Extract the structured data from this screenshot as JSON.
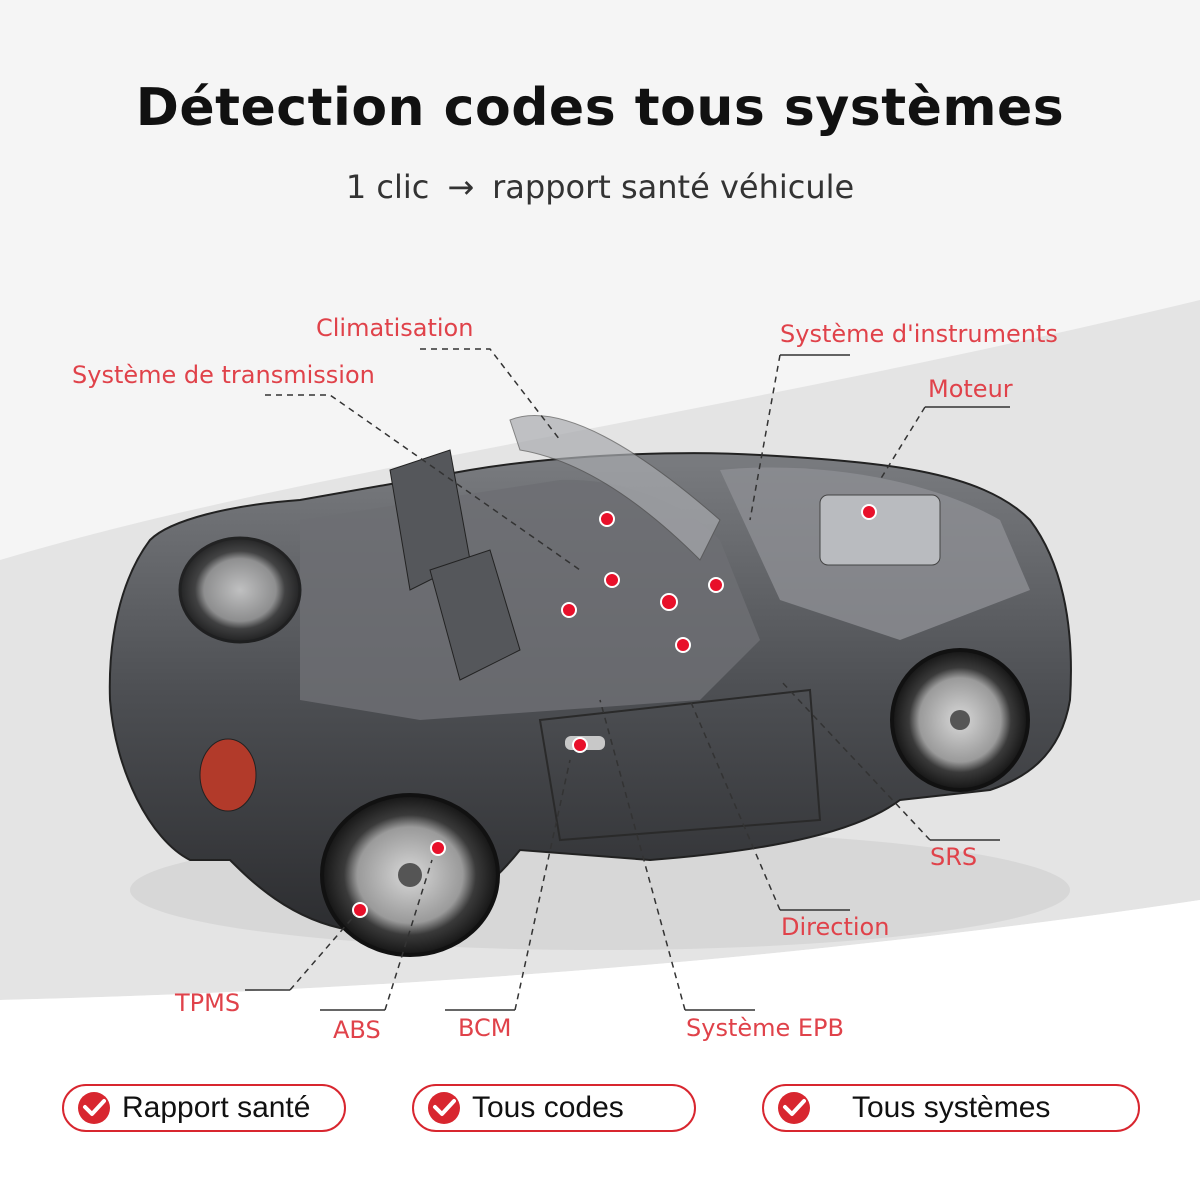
{
  "header": {
    "title": "Détection codes tous systèmes",
    "subtitle_left": "1 clic",
    "subtitle_arrow": "→",
    "subtitle_right": "rapport santé véhicule"
  },
  "colors": {
    "accent": "#d8262f",
    "label": "#e0424a",
    "car_body": "#4a4c50"
  },
  "labels": {
    "climatisation": "Climatisation",
    "transmission": "Système de transmission",
    "instruments": "Système d'instruments",
    "moteur": "Moteur",
    "srs": "SRS",
    "direction": "Direction",
    "epb": "Système EPB",
    "bcm": "BCM",
    "abs": "ABS",
    "tpms": "TPMS"
  },
  "features": [
    {
      "label": "Rapport santé",
      "icon": "check-icon"
    },
    {
      "label": "Tous codes",
      "icon": "check-icon"
    },
    {
      "label": "Tous systèmes",
      "icon": "check-icon"
    }
  ]
}
